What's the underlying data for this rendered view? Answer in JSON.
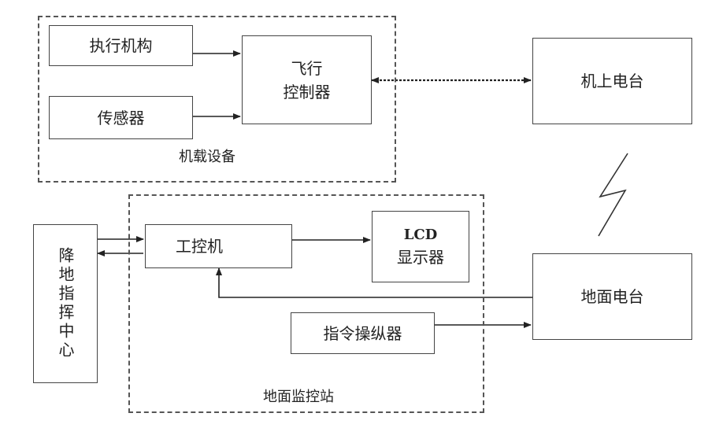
{
  "groups": {
    "airborne": "机载设备",
    "ground_station": "地面监控站"
  },
  "nodes": {
    "actuator": "执行机构",
    "sensor": "传感器",
    "flight_controller_line1": "飞行",
    "flight_controller_line2": "控制器",
    "onboard_radio": "机上电台",
    "landing_command_center": "降地指挥中心",
    "industrial_pc": "工控机",
    "lcd_line1": "LCD",
    "lcd_line2": "显示器",
    "command_operator": "指令操纵器",
    "ground_radio": "地面电台"
  }
}
